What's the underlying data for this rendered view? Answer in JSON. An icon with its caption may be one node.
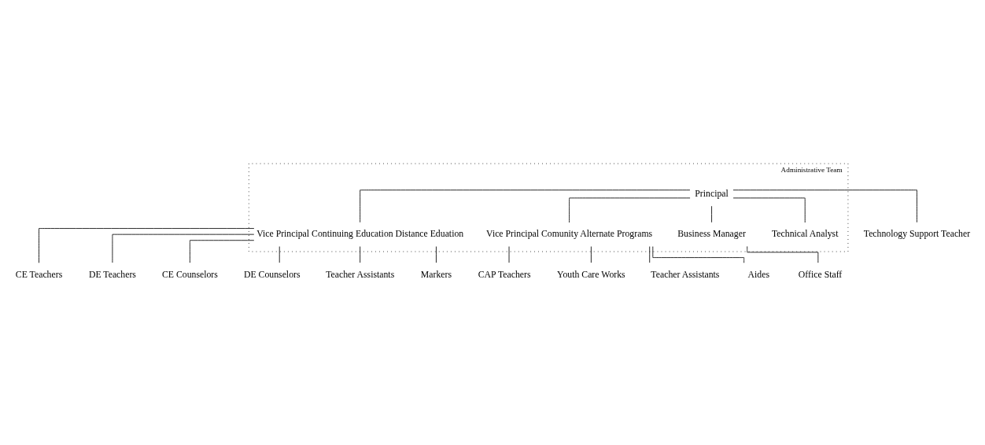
{
  "diagram": {
    "nodes": [
      {
        "text": [
          "Administrative Team"
        ]
      },
      {
        "text": [
          "Principal"
        ],
        "in": 0
      },
      {
        "text": [
          "Vice Principal Continuing Education Distance Eduation"
        ],
        "in": 0
      },
      {
        "text": [
          "Vice Principal Comunity Alternate Programs"
        ],
        "in": 0
      },
      {
        "text": [
          "Business Manager"
        ],
        "in": 0
      },
      {
        "text": [
          "Technical Analyst"
        ],
        "in": 0
      },
      {
        "text": [
          "CE Teachers"
        ]
      },
      {
        "text": [
          "DE Teachers"
        ]
      },
      {
        "text": [
          "CE Counselors"
        ]
      },
      {
        "text": [
          "DE Counselors"
        ]
      },
      {
        "text": [
          "Teacher Assistants"
        ]
      },
      {
        "text": [
          "Markers"
        ]
      },
      {
        "text": [
          "CAP Teachers"
        ]
      },
      {
        "text": [
          "Youth Care Works"
        ]
      },
      {
        "text": [
          "Teacher Assistants"
        ]
      },
      {
        "text": [
          "Aides"
        ]
      },
      {
        "text": [
          "Office Staff"
        ]
      },
      {
        "text": [
          "Technology Support Teacher"
        ]
      }
    ],
    "edges": [
      {
        "from": 1,
        "to": 2,
        "arrow": "none"
      },
      {
        "from": 1,
        "to": 3,
        "arrow": "none"
      },
      {
        "from": 1,
        "to": 4,
        "arrow": "none"
      },
      {
        "from": 1,
        "to": 5,
        "arrow": "none"
      },
      {
        "from": 1,
        "to": 17,
        "arrow": "none"
      },
      {
        "from": 2,
        "to": 6,
        "arrow": "none"
      },
      {
        "from": 2,
        "to": 7,
        "arrow": "none"
      },
      {
        "from": 2,
        "to": 8,
        "arrow": "none"
      },
      {
        "from": 2,
        "to": 9,
        "arrow": "none"
      },
      {
        "from": 2,
        "to": 10,
        "arrow": "none"
      },
      {
        "from": 2,
        "to": 11,
        "arrow": "none"
      },
      {
        "from": 3,
        "to": 12,
        "arrow": "none"
      },
      {
        "from": 3,
        "to": 13,
        "arrow": "none"
      },
      {
        "from": 3,
        "to": 14,
        "arrow": "none"
      },
      {
        "from": 3,
        "to": 15,
        "arrow": "none"
      },
      {
        "from": 4,
        "to": 16,
        "arrow": "none"
      }
    ]
  }
}
